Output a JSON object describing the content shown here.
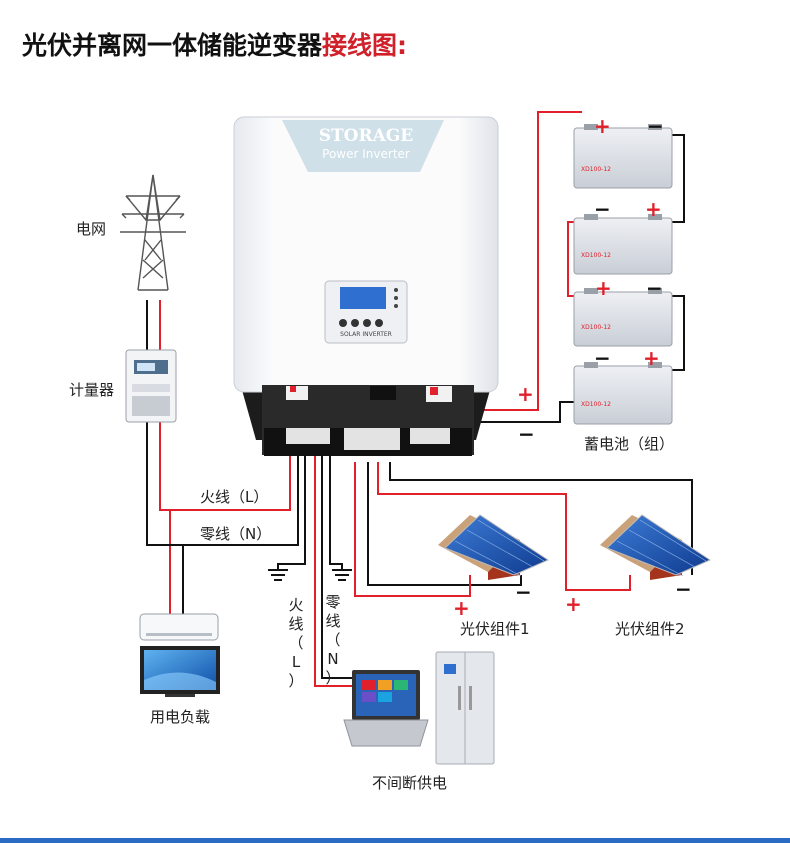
{
  "title": {
    "main": "光伏并离网一体储能逆变器",
    "highlight": "接线图:"
  },
  "inverter": {
    "brand": "STORAGE",
    "subtitle": "Power Inverter",
    "panel_label": "SOLAR INVERTER"
  },
  "battery_model": "XD100-12",
  "labels": {
    "grid": "电网",
    "meter": "计量器",
    "live_wire": "火线（L）",
    "neutral_wire": "零线（N）",
    "load": "用电负载",
    "battery_bank": "蓄电池（组）",
    "pv1": "光伏组件1",
    "pv2": "光伏组件2",
    "ups": "不间断供电",
    "live_vertical": [
      "火",
      "线",
      "（",
      "L",
      "）"
    ],
    "neutral_vertical": [
      "零",
      "线",
      "（",
      "N",
      "）"
    ]
  },
  "signs": {
    "plus": "+",
    "minus": "−"
  },
  "colors": {
    "positive": "#e0202a",
    "negative": "#111111",
    "accent_title": "#d0202a"
  }
}
